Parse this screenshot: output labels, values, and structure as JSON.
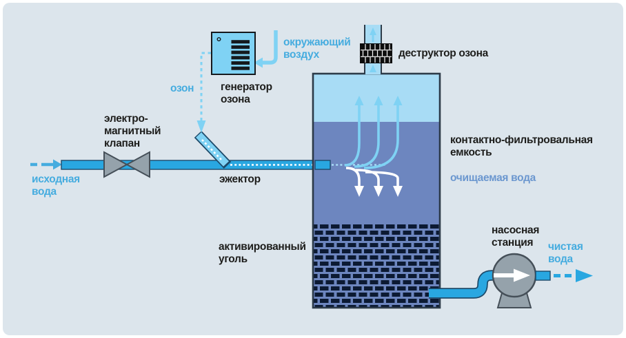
{
  "labels": {
    "source_water": "исходная\nвода",
    "valve": "электро-\nмагнитный\nклапан",
    "ozone": "озон",
    "generator": "генератор\nозона",
    "ambient_air": "окружающий\nвоздух",
    "destructor": "деструктор озона",
    "tank": "контактно-фильтровальная\nемкость",
    "treated_water": "очищаемая вода",
    "ejector": "эжектор",
    "carbon": "активированный\nуголь",
    "pump": "насосная\nстанция",
    "clean_water": "чистая\nвода"
  },
  "colors": {
    "frame": "#ffffff",
    "background": "#dce5ec",
    "pipe_blue": "#29a7e1",
    "pipe_outline": "#1d4a6a",
    "light_blue": "#7fd2f4",
    "air_zone": "#a8dcf5",
    "water_zone": "#6d86bf",
    "brick_dark": "#0c1a33",
    "label_blue": "#45acdf",
    "treated_blue": "#6b97cf",
    "metal_gray": "#95a2ab",
    "metal_stroke": "#454f58",
    "text_black": "#1d1d1b",
    "destructor_black": "#0d0d0d",
    "tank_outline": "#2c3a48",
    "gen_stroke": "#15191d"
  }
}
